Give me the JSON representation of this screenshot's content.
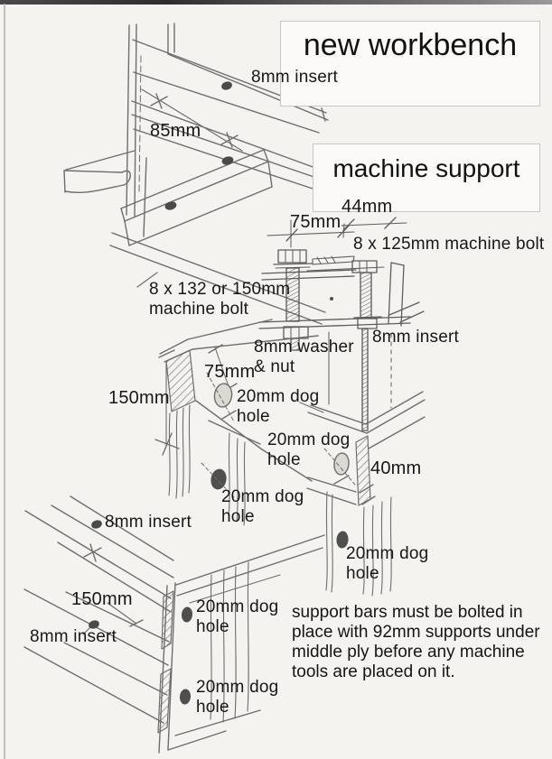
{
  "colors": {
    "paper": "#f5f3f0",
    "ink": "#171717",
    "pencil": "#6e6e6e",
    "dark_mark": "#4a4a4a",
    "box_border": "#c8c7c4"
  },
  "titles": {
    "main": "new workbench",
    "secondary": "machine support"
  },
  "annotations": {
    "insert_top": "8mm insert",
    "dim_85": "85mm",
    "dim_44": "44mm",
    "dim_75_top": "75mm",
    "bolt_125": "8 x 125mm machine bolt",
    "bolt_132": "8 x 132 or 150mm\nmachine bolt",
    "washer_nut": "8mm washer\n& nut",
    "insert_mid": "8mm insert",
    "dim_75_mid": "75mm",
    "dim_150_mid": "150mm",
    "dog_hole_1": "20mm dog\nhole",
    "dog_hole_2": "20mm dog\nhole",
    "dim_40": "40mm",
    "dog_hole_3": "20mm dog\nhole",
    "dog_hole_4": "20mm dog\nhole",
    "insert_bottom_1": "8mm insert",
    "dim_150_bottom": "150mm",
    "insert_bottom_2": "8mm insert",
    "dog_hole_5": "20mm dog\nhole",
    "dog_hole_6": "20mm dog\nhole"
  },
  "note": "support bars must be bolted in\nplace with 92mm supports under\nmiddle ply before any machine\ntools are placed on it."
}
